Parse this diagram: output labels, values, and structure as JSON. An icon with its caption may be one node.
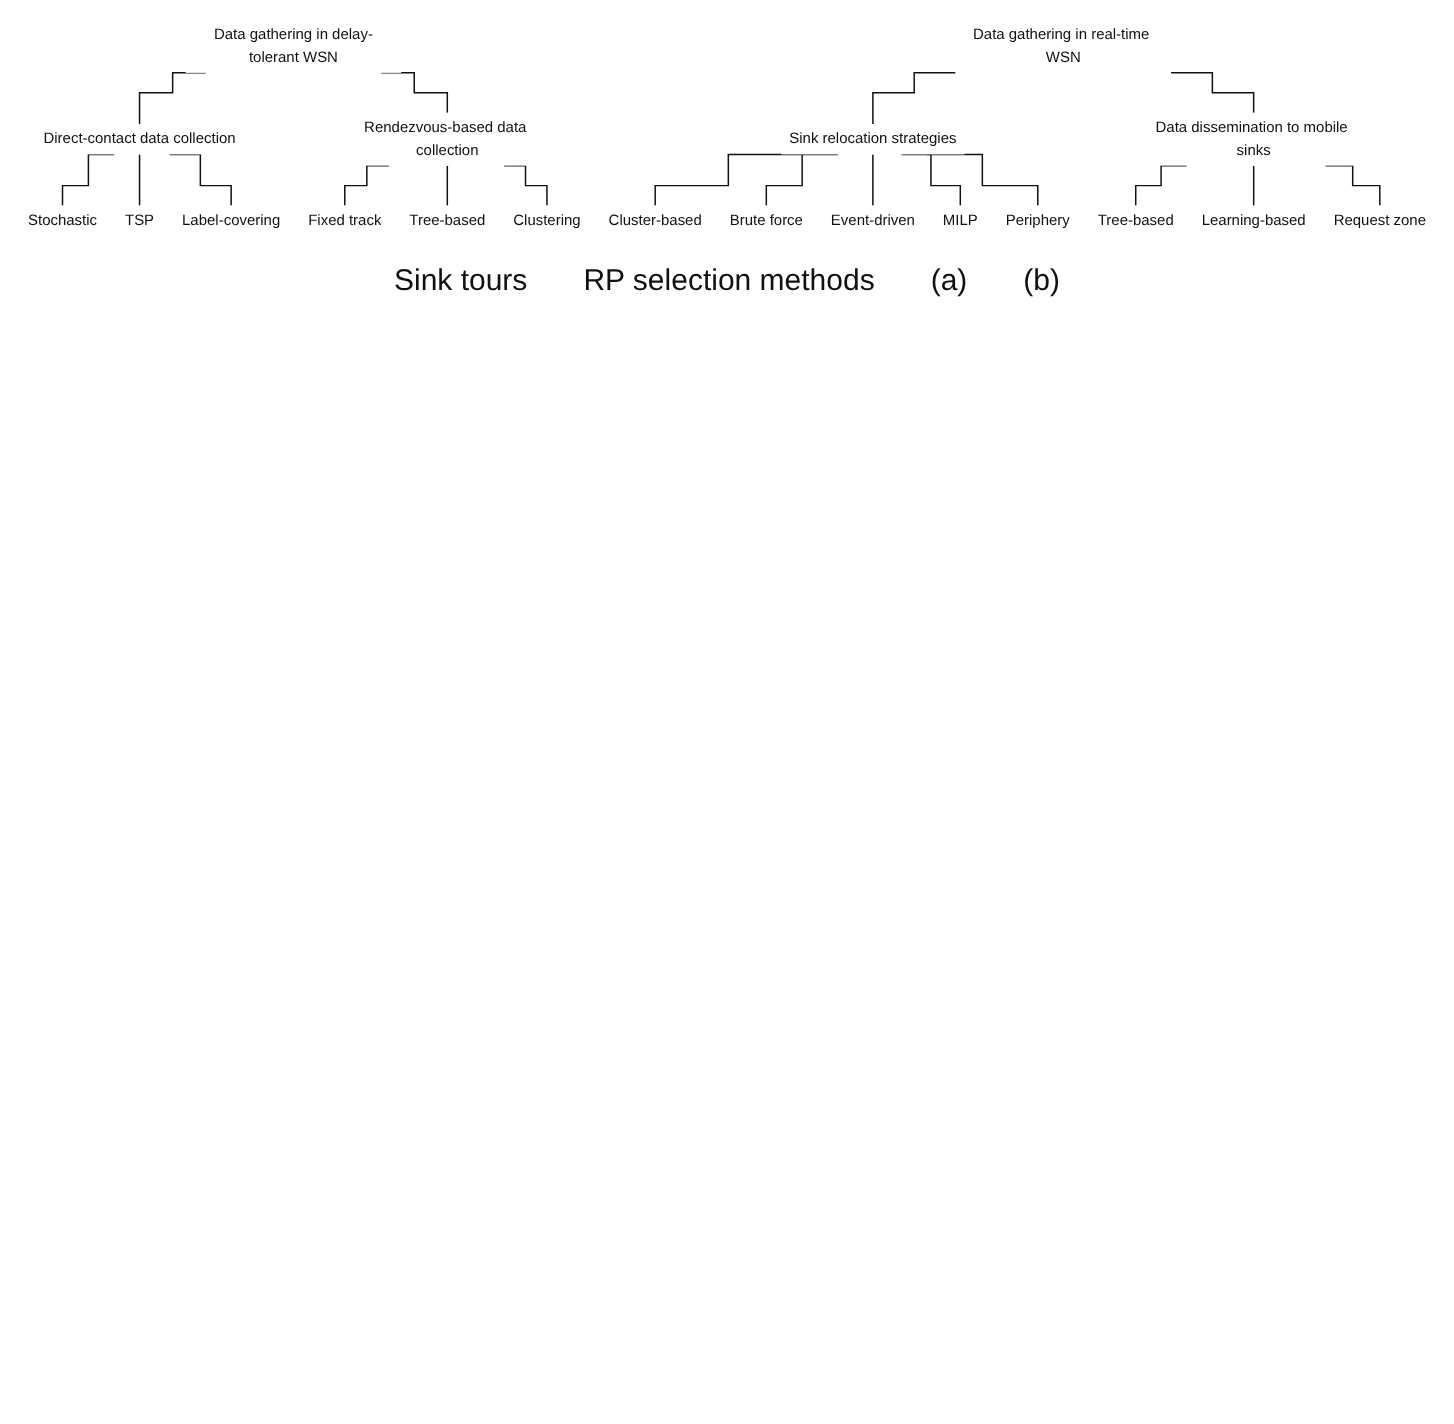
{
  "diagram": {
    "nodes": [
      {
        "text": [
          "Data gathering in delay-tolerant WSN"
        ]
      },
      {
        "text": [
          "Direct-contact data collection"
        ]
      },
      {
        "text": [
          "Rendezvous-based data collection"
        ]
      },
      {
        "text": [
          "Stochastic"
        ]
      },
      {
        "text": [
          "TSP"
        ]
      },
      {
        "text": [
          "Label-covering"
        ]
      },
      {
        "text": [
          "Fixed track"
        ]
      },
      {
        "text": [
          "Tree-based"
        ]
      },
      {
        "text": [
          "Clustering"
        ]
      },
      {
        "text": [
          "Data gathering in real-time WSN"
        ]
      },
      {
        "text": [
          "Sink relocation strategies"
        ]
      },
      {
        "text": [
          "Data dissemination to mobile sinks"
        ]
      },
      {
        "text": [
          "Cluster-based"
        ]
      },
      {
        "text": [
          "Brute force"
        ]
      },
      {
        "text": [
          "Event-driven"
        ]
      },
      {
        "text": [
          "MILP"
        ]
      },
      {
        "text": [
          "Periphery"
        ]
      },
      {
        "text": [
          "Tree-based"
        ]
      },
      {
        "text": [
          "Learning-based"
        ]
      },
      {
        "text": [
          "Request zone"
        ]
      }
    ],
    "edges": [
      {
        "from": 0,
        "to": 1,
        "arrow": "none"
      },
      {
        "from": 0,
        "to": 2,
        "arrow": "none"
      },
      {
        "from": 1,
        "to": 3,
        "arrow": "none"
      },
      {
        "from": 1,
        "to": 4,
        "arrow": "none"
      },
      {
        "from": 1,
        "to": 5,
        "arrow": "none"
      },
      {
        "from": 2,
        "to": 6,
        "arrow": "none"
      },
      {
        "from": 2,
        "to": 7,
        "arrow": "none"
      },
      {
        "from": 2,
        "to": 8,
        "arrow": "none"
      },
      {
        "from": 9,
        "to": 10,
        "arrow": "none"
      },
      {
        "from": 9,
        "to": 11,
        "arrow": "none"
      },
      {
        "from": 10,
        "to": 12,
        "arrow": "none"
      },
      {
        "from": 10,
        "to": 13,
        "arrow": "none"
      },
      {
        "from": 10,
        "to": 14,
        "arrow": "none"
      },
      {
        "from": 10,
        "to": 15,
        "arrow": "none"
      },
      {
        "from": 10,
        "to": 16,
        "arrow": "none"
      },
      {
        "from": 11,
        "to": 17,
        "arrow": "none"
      },
      {
        "from": 11,
        "to": 18,
        "arrow": "none"
      },
      {
        "from": 11,
        "to": 19,
        "arrow": "none"
      }
    ],
    "labels": [
      "Sink tours",
      "RP selection methods",
      "(a)",
      "(b)"
    ]
  }
}
